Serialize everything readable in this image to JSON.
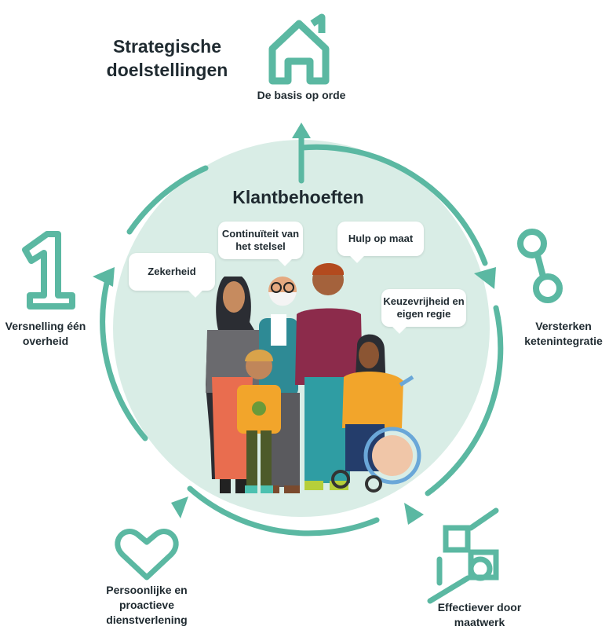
{
  "diagram": {
    "title": "Strategische doelstellingen",
    "center_title": "Klantbehoeften",
    "accent_color": "#5bb8a2",
    "fill_color": "#d9ede6",
    "goals": [
      {
        "label": "De basis op orde",
        "icon": "house-icon"
      },
      {
        "label": "Versterken ketenintegratie",
        "icon": "chain-link-icon"
      },
      {
        "label": "Effectiever door maatwerk",
        "icon": "puzzle-connect-icon"
      },
      {
        "label": "Persoonlijke en proactieve dienstverlening",
        "icon": "heart-icon"
      },
      {
        "label": "Versnelling één overheid",
        "icon": "number-one-icon"
      }
    ],
    "needs": [
      {
        "label": "Zekerheid"
      },
      {
        "label": "Continuïteit van het stelsel"
      },
      {
        "label": "Hulp op maat"
      },
      {
        "label": "Keuzevrijheid en eigen regie"
      }
    ]
  }
}
